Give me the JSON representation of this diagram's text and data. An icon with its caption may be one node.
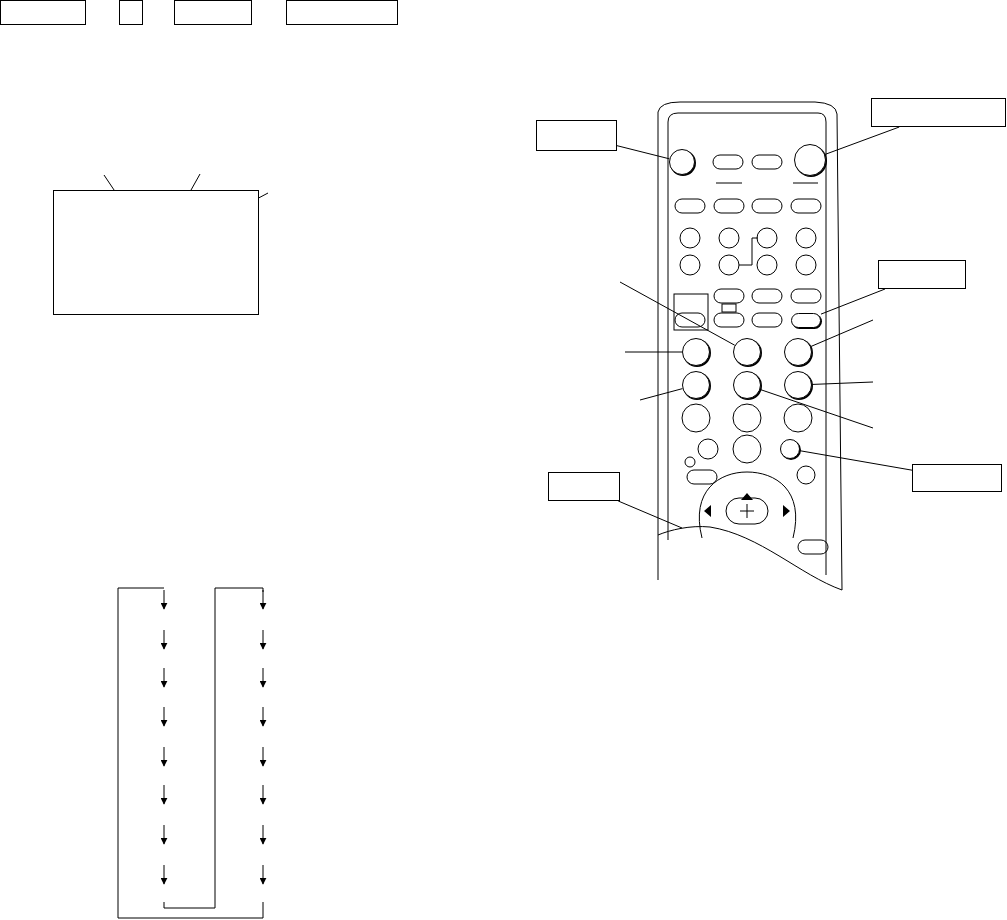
{
  "diagram": {
    "nodes": [
      {
        "text": [],
        "shape": "box"
      },
      {
        "text": [],
        "shape": "box"
      },
      {
        "text": [],
        "shape": "box"
      },
      {
        "text": [],
        "shape": "box"
      },
      {
        "text": [],
        "shape": "box"
      },
      {
        "text": [],
        "shape": "box"
      },
      {
        "text": [],
        "shape": "box"
      },
      {
        "text": [],
        "shape": "picture"
      },
      {
        "text": [],
        "shape": "circle",
        "in": 7
      },
      {
        "text": [],
        "shape": "circle",
        "in": 7
      },
      {
        "text": [],
        "shape": "box"
      },
      {
        "text": [],
        "shape": "box",
        "in": 7
      },
      {
        "text": [],
        "shape": "circle",
        "in": 7
      },
      {
        "text": [],
        "shape": "circle",
        "in": 7
      },
      {
        "text": [],
        "shape": "circle",
        "in": 7
      },
      {
        "text": [],
        "shape": "circle",
        "in": 7
      },
      {
        "text": [],
        "shape": "circle",
        "in": 7
      },
      {
        "text": [],
        "shape": "circle",
        "in": 7
      },
      {
        "text": [],
        "shape": "box"
      },
      {
        "text": [],
        "shape": "box"
      },
      {
        "text": [],
        "shape": "circle",
        "in": 7
      }
    ],
    "edges": [
      {
        "from": null,
        "to": 4,
        "arrow": "none"
      },
      {
        "from": null,
        "to": 4,
        "arrow": "none"
      },
      {
        "from": null,
        "to": 4,
        "arrow": "none"
      },
      {
        "from": 5,
        "to": 8,
        "arrow": "none"
      },
      {
        "from": 6,
        "to": 9,
        "arrow": "none"
      },
      {
        "from": 10,
        "to": 11,
        "arrow": "none"
      },
      {
        "from": null,
        "to": 12,
        "arrow": "none"
      },
      {
        "from": null,
        "to": 13,
        "arrow": "none"
      },
      {
        "from": null,
        "to": 14,
        "arrow": "none"
      },
      {
        "from": null,
        "to": 15,
        "arrow": "none"
      },
      {
        "from": null,
        "to": 16,
        "arrow": "none"
      },
      {
        "from": null,
        "to": 17,
        "arrow": "none"
      },
      {
        "from": 18,
        "to": 7,
        "arrow": "none"
      },
      {
        "from": 19,
        "to": 20,
        "arrow": "none"
      }
    ]
  }
}
